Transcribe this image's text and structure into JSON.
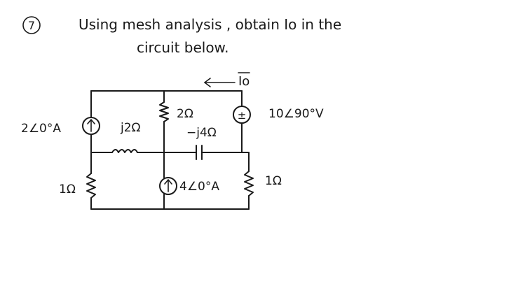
{
  "problem": {
    "number": "7",
    "line1": "Using mesh analysis , obtain Io in the",
    "line2": "circuit below."
  },
  "labels": {
    "current_label": "Io",
    "src_left": "2∠0°A",
    "src_mid": "4∠0°A",
    "vsrc": "10∠90°V",
    "vsrc_sign": "±",
    "inductor": "j2Ω",
    "resistor_top": "2Ω",
    "capacitor": "−j4Ω",
    "resistor_left": "1Ω",
    "resistor_right": "1Ω"
  },
  "colors": {
    "ink": "#1a1a1a",
    "background": "#ffffff"
  }
}
